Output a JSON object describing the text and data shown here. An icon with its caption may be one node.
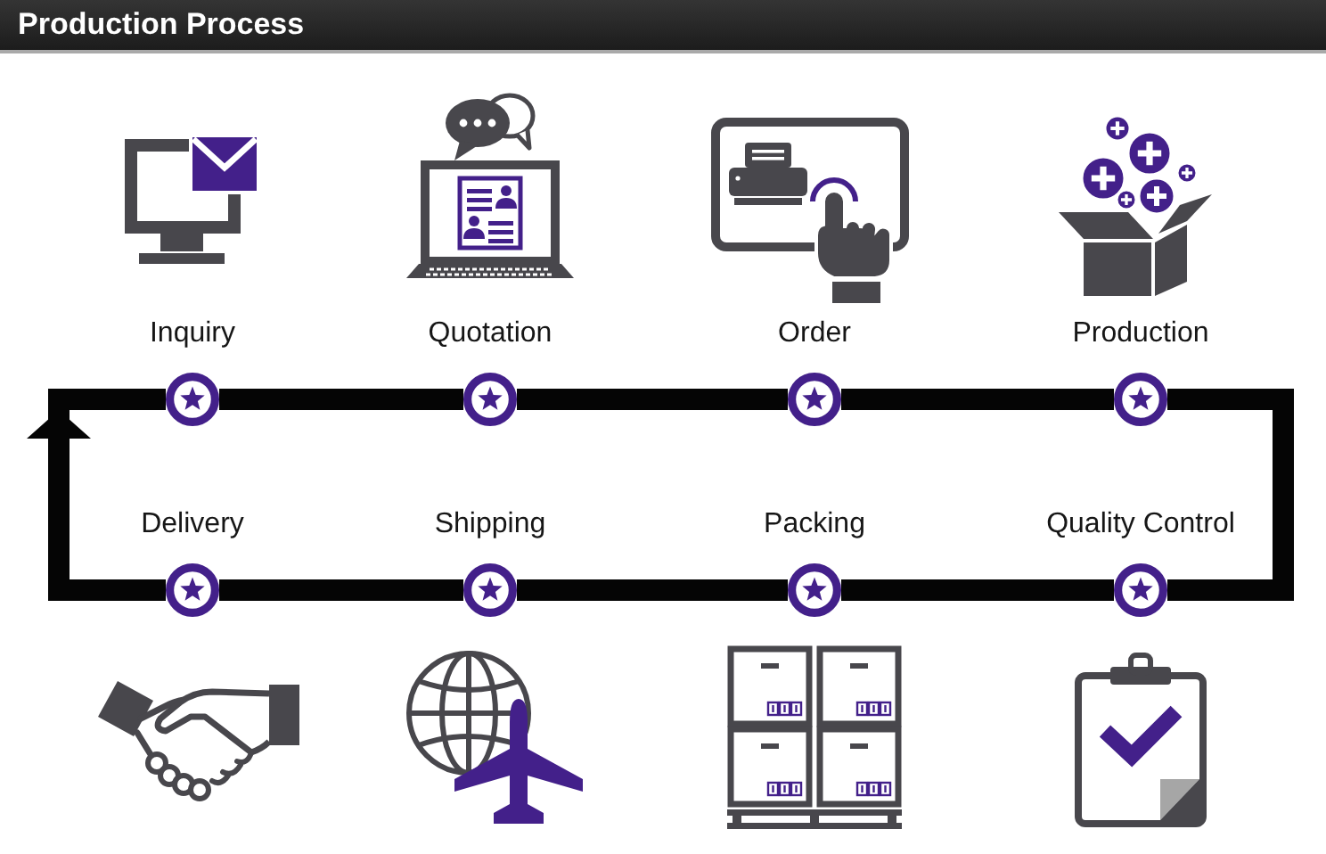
{
  "diagram": {
    "title": "Production Process",
    "nodes": [
      {
        "text": [],
        "shape": "circle",
        "beside": [
          "Inquiry"
        ]
      },
      {
        "text": [],
        "shape": "circle",
        "beside": [
          "Quotation"
        ]
      },
      {
        "text": [],
        "shape": "circle",
        "beside": [
          "Order"
        ]
      },
      {
        "text": [],
        "shape": "circle",
        "beside": [
          "Production"
        ]
      },
      {
        "text": [],
        "shape": "circle",
        "beside": [
          "Delivery"
        ]
      },
      {
        "text": [],
        "shape": "circle",
        "beside": [
          "Shipping"
        ]
      },
      {
        "text": [],
        "shape": "circle",
        "beside": [
          "Packing"
        ]
      },
      {
        "text": [],
        "shape": "circle",
        "beside": [
          "Quality Control"
        ]
      }
    ],
    "edges": [
      {
        "from": 0,
        "to": 1,
        "arrow": "none"
      },
      {
        "from": 1,
        "to": 2,
        "arrow": "none"
      },
      {
        "from": 2,
        "to": 3,
        "arrow": "none"
      },
      {
        "from": 3,
        "to": 7,
        "arrow": "none"
      },
      {
        "from": 7,
        "to": 6,
        "arrow": "none"
      },
      {
        "from": 6,
        "to": 5,
        "arrow": "none"
      },
      {
        "from": 5,
        "to": 4,
        "arrow": "none"
      },
      {
        "from": 4,
        "to": 0,
        "arrow": "to"
      }
    ]
  }
}
